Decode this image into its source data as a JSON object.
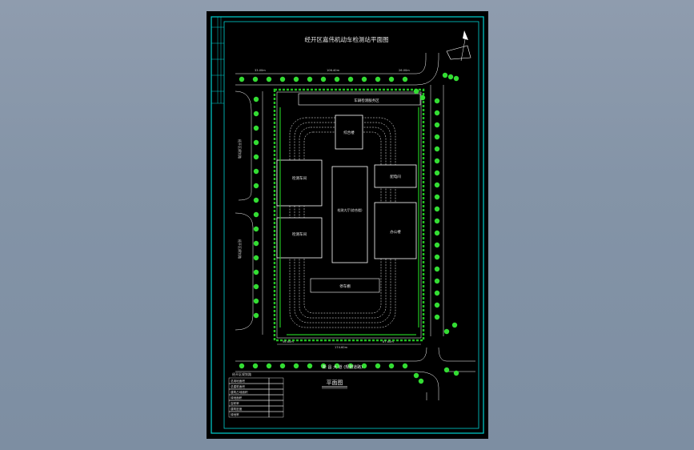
{
  "drawing": {
    "title": "经开区嘉伟机动车检测站平面图",
    "plan_label": "平面图",
    "road_south": "新 昌 大 道 (规划道路)",
    "road_west": "经开区规划路",
    "road_west_2": "经开区规划路",
    "bottom_left_note": "经开区规划路",
    "buildings": {
      "north_strip": "车辆检测服务区",
      "north_center": "综合楼",
      "west_top": "检测车间",
      "west_bottom": "检测车间",
      "center_hall": "检测大厅(综合楼)",
      "east_small": "配电间",
      "east_large": "办公楼",
      "south_strip": "停车棚"
    },
    "dimensions": {
      "top_left": "33.00m",
      "top_mid": "106.40m",
      "top_right": "26.00m",
      "bottom_left": "56.60m",
      "bottom_right": "87.60m",
      "bottom_total": "174.60m"
    },
    "table_rows": [
      "总用地面积",
      "总建筑面积",
      "建筑占地面积",
      "绿地面积",
      "容积率",
      "建筑密度",
      "绿地率"
    ],
    "table_values": [
      "",
      "",
      "",
      "",
      "",
      "",
      ""
    ],
    "colors": {
      "sheet_background": "#000000",
      "frame": "#00d2d2",
      "site_green": "#22c322",
      "tree_green": "#33dd33",
      "linework": "#ffffff"
    }
  }
}
